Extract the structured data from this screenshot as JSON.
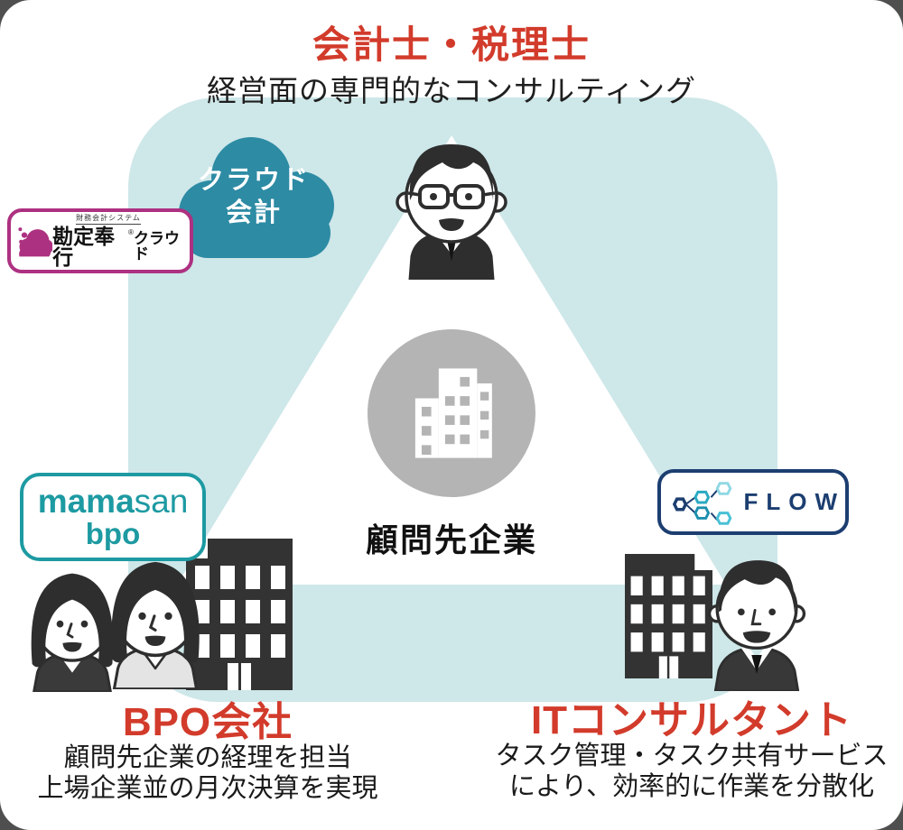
{
  "diagram": {
    "top_role": {
      "title": "会計士・税理士",
      "description": "経営面の専門的なコンサルティング"
    },
    "cloud_badge": {
      "line1": "クラウド",
      "line2": "会計"
    },
    "kanjo_bugyo_logo": {
      "system_label": "財務会計システム",
      "brand": "勘定奉行",
      "reg_mark": "®",
      "suffix": "クラウド"
    },
    "mamasan_logo": {
      "bold_part": "mama",
      "regular_part": "san",
      "line2": "bpo"
    },
    "flow_logo": {
      "brand": "FLOW"
    },
    "center_company": {
      "label": "顧問先企業"
    },
    "bpo_role": {
      "title": "BPO会社",
      "line1": "顧問先企業の経理を担当",
      "line2": "上場企業並の月次決算を実現"
    },
    "it_role": {
      "title": "ITコンサルタント",
      "line1": "タスク管理・タスク共有サービス",
      "line2": "により、効率的に作業を分散化"
    },
    "colors": {
      "background_teal": "#cee7e9",
      "cloud_teal": "#2d8ba4",
      "accent_red": "#d23b2b",
      "kanjo_magenta": "#ad3181",
      "mamasan_teal": "#1d9aa2",
      "flow_navy": "#1c3e70",
      "center_gray": "#b4b4b4",
      "ink": "#2e2e2e"
    },
    "icons": [
      "cloud-icon",
      "kanjo-cloud-icon",
      "hexagon-network-icon",
      "accountant-person-icon",
      "businesswoman-icon",
      "businessman-icon",
      "office-building-icon",
      "company-building-icon"
    ]
  }
}
